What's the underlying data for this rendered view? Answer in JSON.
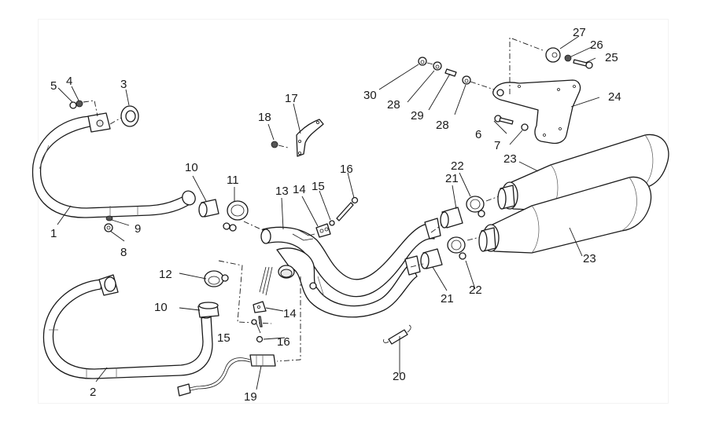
{
  "diagram": {
    "type": "exploded-parts-diagram",
    "subject": "exhaust system",
    "callouts": [
      {
        "id": "c1",
        "label": "1"
      },
      {
        "id": "c2",
        "label": "2"
      },
      {
        "id": "c3",
        "label": "3"
      },
      {
        "id": "c4",
        "label": "4"
      },
      {
        "id": "c5",
        "label": "5"
      },
      {
        "id": "c6",
        "label": "6"
      },
      {
        "id": "c7",
        "label": "7"
      },
      {
        "id": "c8",
        "label": "8"
      },
      {
        "id": "c9",
        "label": "9"
      },
      {
        "id": "c10a",
        "label": "10"
      },
      {
        "id": "c10b",
        "label": "10"
      },
      {
        "id": "c11",
        "label": "11"
      },
      {
        "id": "c12",
        "label": "12"
      },
      {
        "id": "c13",
        "label": "13"
      },
      {
        "id": "c14a",
        "label": "14"
      },
      {
        "id": "c14b",
        "label": "14"
      },
      {
        "id": "c15a",
        "label": "15"
      },
      {
        "id": "c15b",
        "label": "15"
      },
      {
        "id": "c16a",
        "label": "16"
      },
      {
        "id": "c16b",
        "label": "16"
      },
      {
        "id": "c17",
        "label": "17"
      },
      {
        "id": "c18",
        "label": "18"
      },
      {
        "id": "c19",
        "label": "19"
      },
      {
        "id": "c20",
        "label": "20"
      },
      {
        "id": "c21a",
        "label": "21"
      },
      {
        "id": "c21b",
        "label": "21"
      },
      {
        "id": "c22a",
        "label": "22"
      },
      {
        "id": "c22b",
        "label": "22"
      },
      {
        "id": "c23a",
        "label": "23"
      },
      {
        "id": "c23b",
        "label": "23"
      },
      {
        "id": "c24",
        "label": "24"
      },
      {
        "id": "c25",
        "label": "25"
      },
      {
        "id": "c26",
        "label": "26"
      },
      {
        "id": "c27",
        "label": "27"
      },
      {
        "id": "c28a",
        "label": "28"
      },
      {
        "id": "c28b",
        "label": "28"
      },
      {
        "id": "c29",
        "label": "29"
      },
      {
        "id": "c30",
        "label": "30"
      }
    ],
    "parts": [
      {
        "number": "1",
        "name": "front header pipe"
      },
      {
        "number": "2",
        "name": "rear header pipe"
      },
      {
        "number": "3",
        "name": "exhaust gasket"
      },
      {
        "number": "4",
        "name": "washer"
      },
      {
        "number": "5",
        "name": "nut"
      },
      {
        "number": "6",
        "name": "bolt"
      },
      {
        "number": "7",
        "name": "washer"
      },
      {
        "number": "8",
        "name": "nut"
      },
      {
        "number": "9",
        "name": "washer"
      },
      {
        "number": "10",
        "name": "sleeve"
      },
      {
        "number": "11",
        "name": "clamp"
      },
      {
        "number": "12",
        "name": "clamp"
      },
      {
        "number": "13",
        "name": "crossover pipe"
      },
      {
        "number": "14",
        "name": "bracket"
      },
      {
        "number": "15",
        "name": "washer"
      },
      {
        "number": "16",
        "name": "bolt"
      },
      {
        "number": "17",
        "name": "bracket"
      },
      {
        "number": "18",
        "name": "nut"
      },
      {
        "number": "19",
        "name": "oxygen sensor"
      },
      {
        "number": "20",
        "name": "spring"
      },
      {
        "number": "21",
        "name": "sleeve"
      },
      {
        "number": "22",
        "name": "clamp"
      },
      {
        "number": "23",
        "name": "silencer"
      },
      {
        "number": "24",
        "name": "silencer bracket"
      },
      {
        "number": "25",
        "name": "screw"
      },
      {
        "number": "26",
        "name": "washer"
      },
      {
        "number": "27",
        "name": "rubber washer"
      },
      {
        "number": "28",
        "name": "rubber grommet"
      },
      {
        "number": "29",
        "name": "spacer"
      },
      {
        "number": "30",
        "name": "nut"
      }
    ]
  }
}
